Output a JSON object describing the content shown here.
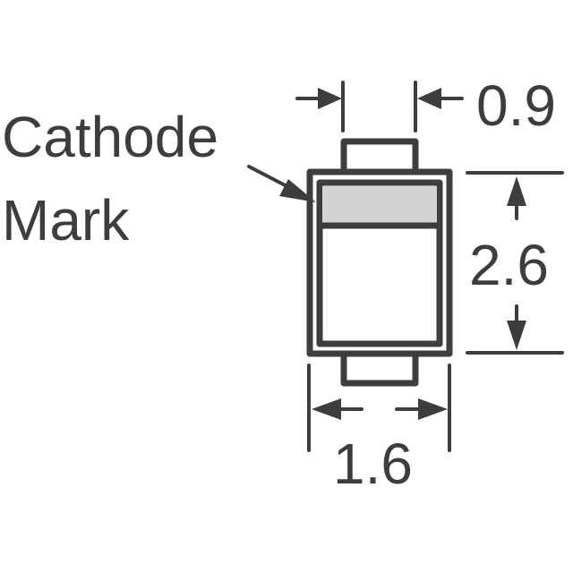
{
  "diagram": {
    "label_line1": "Cathode",
    "label_line2": "Mark",
    "dim_lead_width": "0.9",
    "dim_body_height": "2.6",
    "dim_body_width": "1.6",
    "colors": {
      "stroke": "#3d3d3f",
      "mark_fill": "#d3d3d5",
      "background": "#ffffff"
    }
  }
}
